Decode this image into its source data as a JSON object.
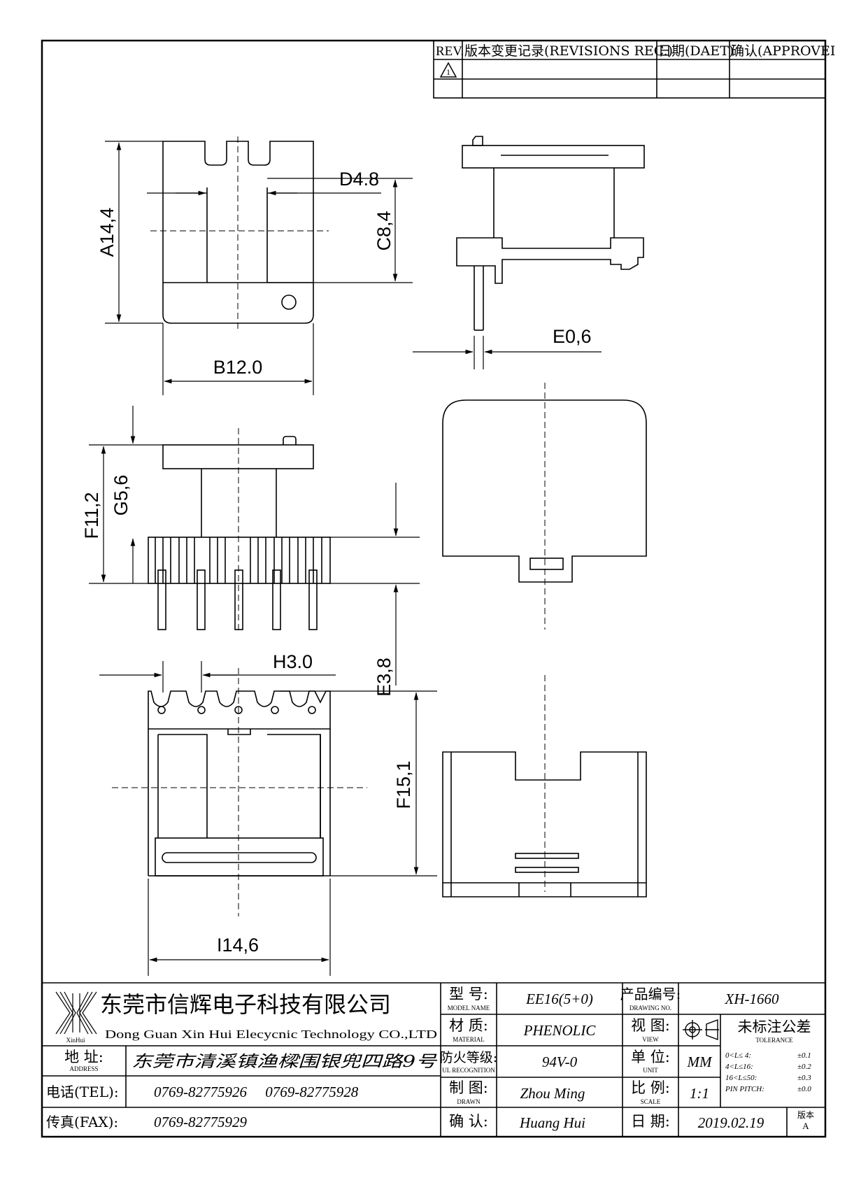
{
  "revision_table": {
    "headers": [
      "REV.",
      "版本变更记录(REVISIONS REC.)",
      "日期(DAET)",
      "确认(APPROVEI"
    ],
    "row_marker": "1"
  },
  "dimensions": {
    "A": "A14,4",
    "B": "B12.0",
    "C": "C8,4",
    "D": "D4.8",
    "E_pin": "E0,6",
    "F": "F11,2",
    "G": "G5,6",
    "E_pin_len": "E3,8",
    "H": "H3.0",
    "F2": "F15,1",
    "I": "I14,6"
  },
  "title_block": {
    "company_cn": "东莞市信辉电子科技有限公司",
    "company_en": "Dong Guan Xin Hui Elecycnic Technology CO.,LTD",
    "logo_text": "XinHui",
    "address_label": "地 址:",
    "address_label_en": "ADDRESS",
    "address_value": "东莞市清溪镇渔樑围银兜四路9号",
    "tel_label": "电话(TEL):",
    "tel_value": "0769-82775926     0769-82775928",
    "fax_label": "传真(FAX):",
    "fax_value": "0769-82775929",
    "model_label": "型 号:",
    "model_label_en": "MODEL NAME",
    "model_value": "EE16(5+0)",
    "material_label": "材 质:",
    "material_label_en": "MATERIAL",
    "material_value": "PHENOLIC",
    "ul_label": "防火等级:",
    "ul_label_en": "UL RECOGNITION",
    "ul_value": "94V-0",
    "drawn_label": "制 图:",
    "drawn_label_en": "DRAWN",
    "drawn_value": "Zhou Ming",
    "check_label": "确 认:",
    "check_value": "Huang Hui",
    "drawing_no_label": "产品编号:",
    "drawing_no_label_en": "DRAWING NO.",
    "drawing_no_value": "XH-1660",
    "view_label": "视 图:",
    "view_label_en": "VIEW",
    "unit_label": "单 位:",
    "unit_label_en": "UNIT",
    "unit_value": "MM",
    "scale_label": "比 例:",
    "scale_label_en": "SCALE",
    "scale_value": "1:1",
    "date_label": "日 期:",
    "date_value": "2019.02.19",
    "version_label": "版本",
    "version_value": "A",
    "tolerance_label": "未标注公差",
    "tolerance_label_en": "TOLERANCE",
    "tolerance_rows": [
      {
        "range": "0<L≤ 4:",
        "value": "±0.1"
      },
      {
        "range": "4<L≤16:",
        "value": "±0.2"
      },
      {
        "range": "16<L≤50:",
        "value": "±0.3"
      },
      {
        "range": "PIN PITCH:",
        "value": "±0.0"
      }
    ]
  }
}
